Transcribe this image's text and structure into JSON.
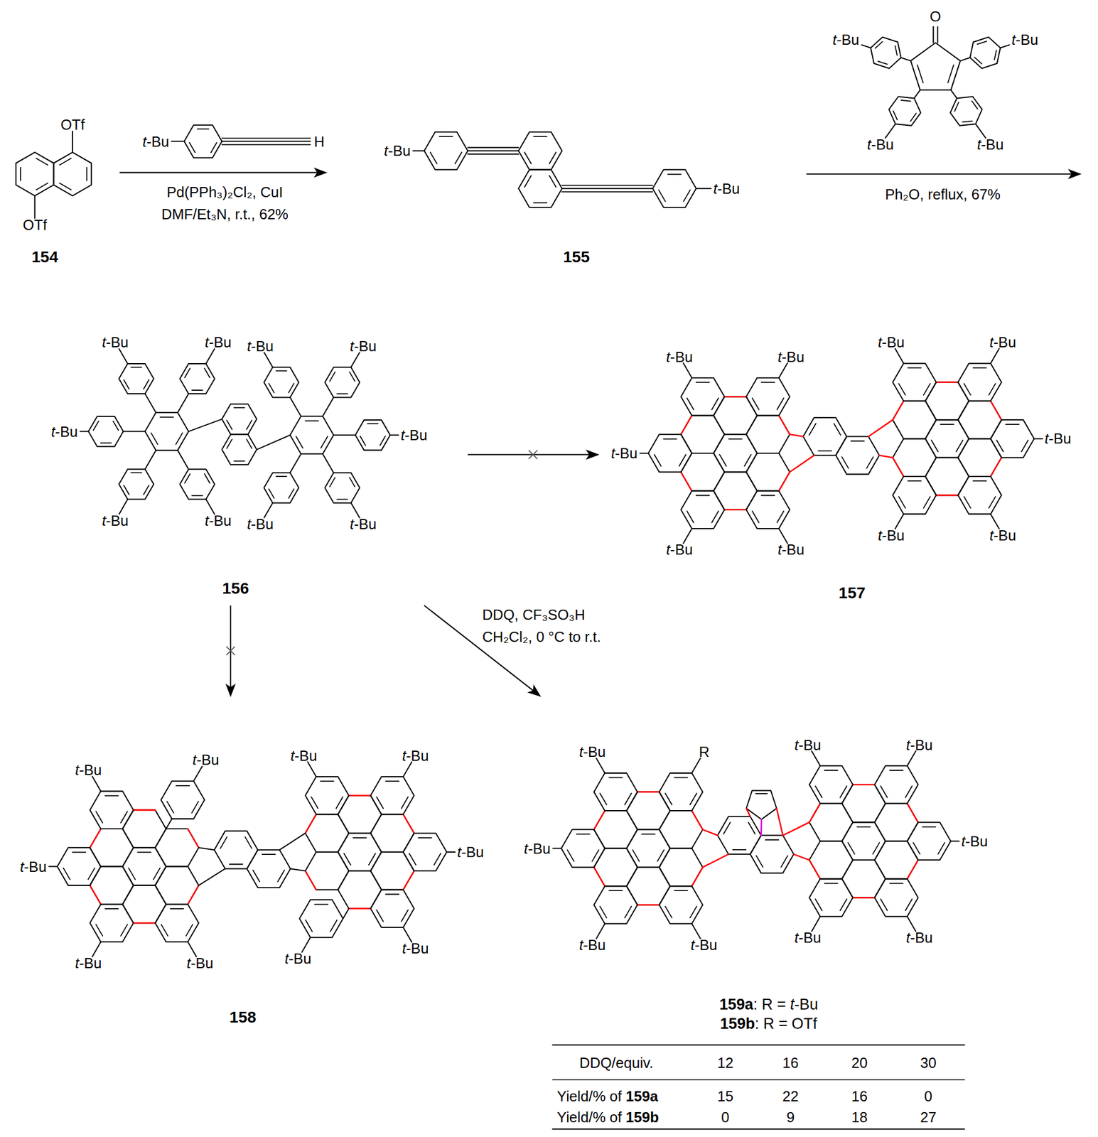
{
  "diagram": {
    "nodes": [
      {
        "text": [
          "154"
        ]
      },
      {
        "text": [
          "155"
        ]
      },
      {
        "text": [
          "156"
        ]
      },
      {
        "text": [
          "157"
        ]
      },
      {
        "text": [
          "158"
        ]
      },
      {
        "text": [
          "159a: R = t-Bu",
          "159b: R = OTf"
        ]
      }
    ],
    "edges": [
      {
        "from": 0,
        "to": 1,
        "arrow": "to",
        "label": "Pd(PPh₃)₂Cl₂, CuI DMF/Et₃N, r.t., 62%"
      },
      {
        "from": 2,
        "to": 3,
        "arrow": "to"
      },
      {
        "from": 2,
        "to": 4,
        "arrow": "to"
      },
      {
        "from": 2,
        "to": 5,
        "arrow": "to",
        "label": "DDQ, CF₃SO₃H CH₂Cl₂, 0 °C to r.t."
      }
    ],
    "labels": [
      "OTf",
      "OTf",
      "t-Bu",
      "H",
      "t-Bu",
      "t-Bu",
      "O",
      "t-Bu",
      "t-Bu",
      "t-Bu",
      "t-Bu",
      "Ph₂O, reflux, 67%",
      "t-Bu",
      "t-Bu",
      "t-Bu",
      "t-Bu",
      "t-Bu",
      "t-Bu",
      "t-Bu",
      "t-Bu",
      "t-Bu",
      "t-Bu",
      "t-Bu",
      "t-Bu",
      "t-Bu",
      "t-Bu",
      "t-Bu",
      "t-Bu",
      "t-Bu",
      "t-Bu",
      "t-Bu",
      "t-Bu",
      "t-Bu",
      "t-Bu",
      "t-Bu",
      "t-Bu",
      "t-Bu",
      "t-Bu",
      "t-Bu",
      "t-Bu",
      "t-Bu",
      "t-Bu",
      "R",
      "t-Bu",
      "t-Bu",
      "t-Bu",
      "t-Bu",
      "t-Bu",
      "t-Bu",
      "t-Bu",
      "t-Bu",
      "t-Bu",
      "DDQ/equiv.",
      "12",
      "16",
      "20",
      "30",
      "Yield/% of 159a",
      "15",
      "22",
      "16",
      "0",
      "Yield/% of 159b",
      "0",
      "9",
      "18",
      "27"
    ]
  }
}
